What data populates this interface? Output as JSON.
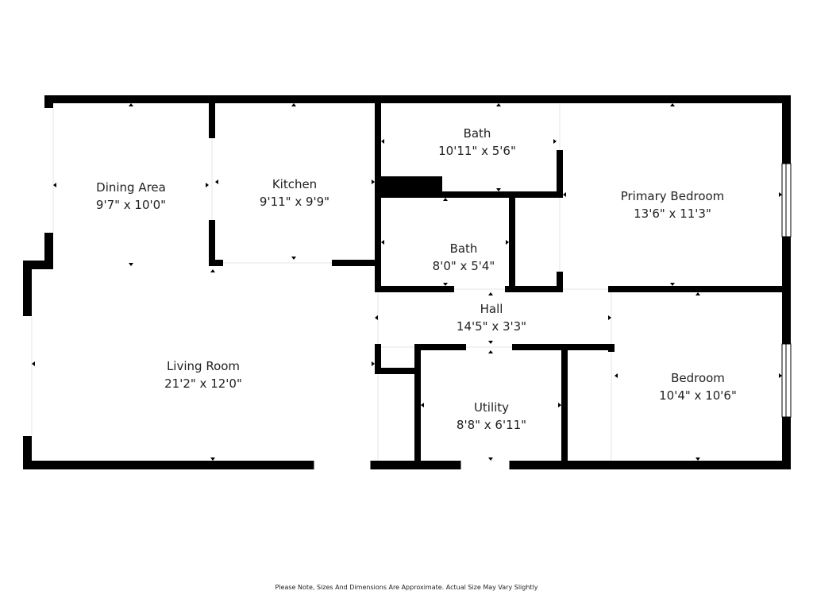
{
  "rooms": {
    "dining": {
      "name": "Dining Area",
      "dims": "9'7\" x 10'0\""
    },
    "kitchen": {
      "name": "Kitchen",
      "dims": "9'11\" x 9'9\""
    },
    "bath1": {
      "name": "Bath",
      "dims": "10'11\" x 5'6\""
    },
    "bath2": {
      "name": "Bath",
      "dims": "8'0\" x 5'4\""
    },
    "primary": {
      "name": "Primary Bedroom",
      "dims": "13'6\" x 11'3\""
    },
    "hall": {
      "name": "Hall",
      "dims": "14'5\" x 3'3\""
    },
    "living": {
      "name": "Living Room",
      "dims": "21'2\" x 12'0\""
    },
    "utility": {
      "name": "Utility",
      "dims": "8'8\" x 6'11\""
    },
    "bedroom": {
      "name": "Bedroom",
      "dims": "10'4\" x 10'6\""
    }
  },
  "disclaimer": "Please Note, Sizes And Dimensions Are Approximate. Actual Size May Vary Slightly"
}
